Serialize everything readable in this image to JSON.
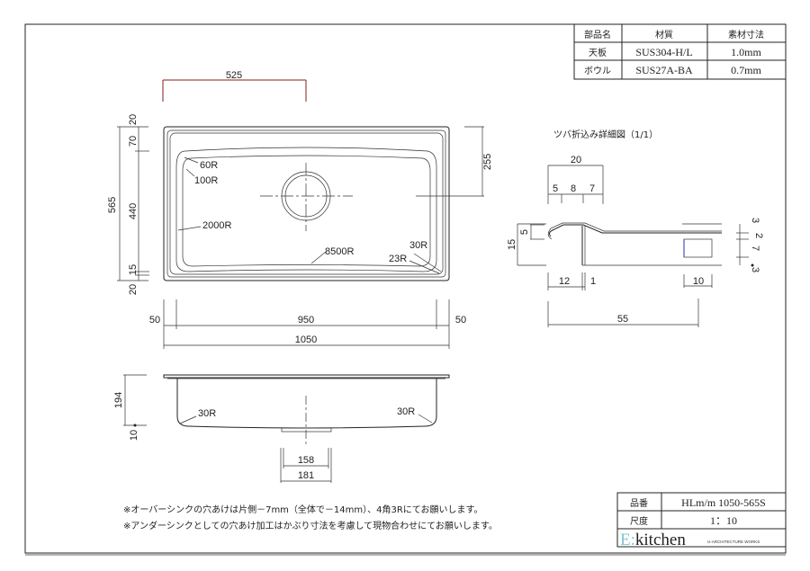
{
  "materials_table": {
    "headers": [
      "部品名",
      "材質",
      "素材寸法"
    ],
    "rows": [
      [
        "天板",
        "SUS304-H/L",
        "1.0mm"
      ],
      [
        "ボウル",
        "SUS27A-BA",
        "0.7mm"
      ]
    ]
  },
  "plan_view": {
    "dim_drain_offset": "525",
    "dim_drain_from_top": "255",
    "dim_total_depth": "565",
    "dim_chain_vertical": [
      "20",
      "70",
      "440",
      "15",
      "20"
    ],
    "dim_chain_horizontal": [
      "50",
      "950",
      "50"
    ],
    "dim_total_width": "1050",
    "radii": [
      "60R",
      "100R",
      "2000R",
      "8500R",
      "30R",
      "23R"
    ]
  },
  "section_view": {
    "dim_height": "194",
    "dim_bottom": "10",
    "radii": [
      "30R",
      "30R"
    ],
    "dim_drain_inner": "158",
    "dim_drain_outer": "181"
  },
  "detail_view": {
    "title": "ツバ折込み詳細図（1/1）",
    "dim_top_total": "20",
    "dim_top_chain": [
      "5",
      "8",
      "7"
    ],
    "dim_left_total": "15",
    "dim_left_hook": "5",
    "dim_right_chain": [
      "3",
      "2",
      "7",
      "3"
    ],
    "dim_bottom_12": "12",
    "dim_bottom_1": "1",
    "dim_bottom_10": "10",
    "dim_bottom_55": "55"
  },
  "notes": [
    "※オーバーシンクの穴あけは片側－7mm（全体で－14mm）、4角3Rにてお願いします。",
    "※アンダーシンクとしての穴あけ加工はかぶり寸法を考慮して現物合わせにてお願いします。"
  ],
  "title_block": {
    "part_no_label": "品番",
    "part_no": "HLm/m 1050-565S",
    "scale_label": "尺度",
    "scale": "1：10",
    "logo_main": "E:kitchen",
    "logo_sub": "U-ARCHITECTURE WORKS"
  },
  "colors": {
    "dimension_accent": "#8b1a1a",
    "logo_accent": "#7fc4d0",
    "detail_rect_edge": "#2233aa"
  }
}
